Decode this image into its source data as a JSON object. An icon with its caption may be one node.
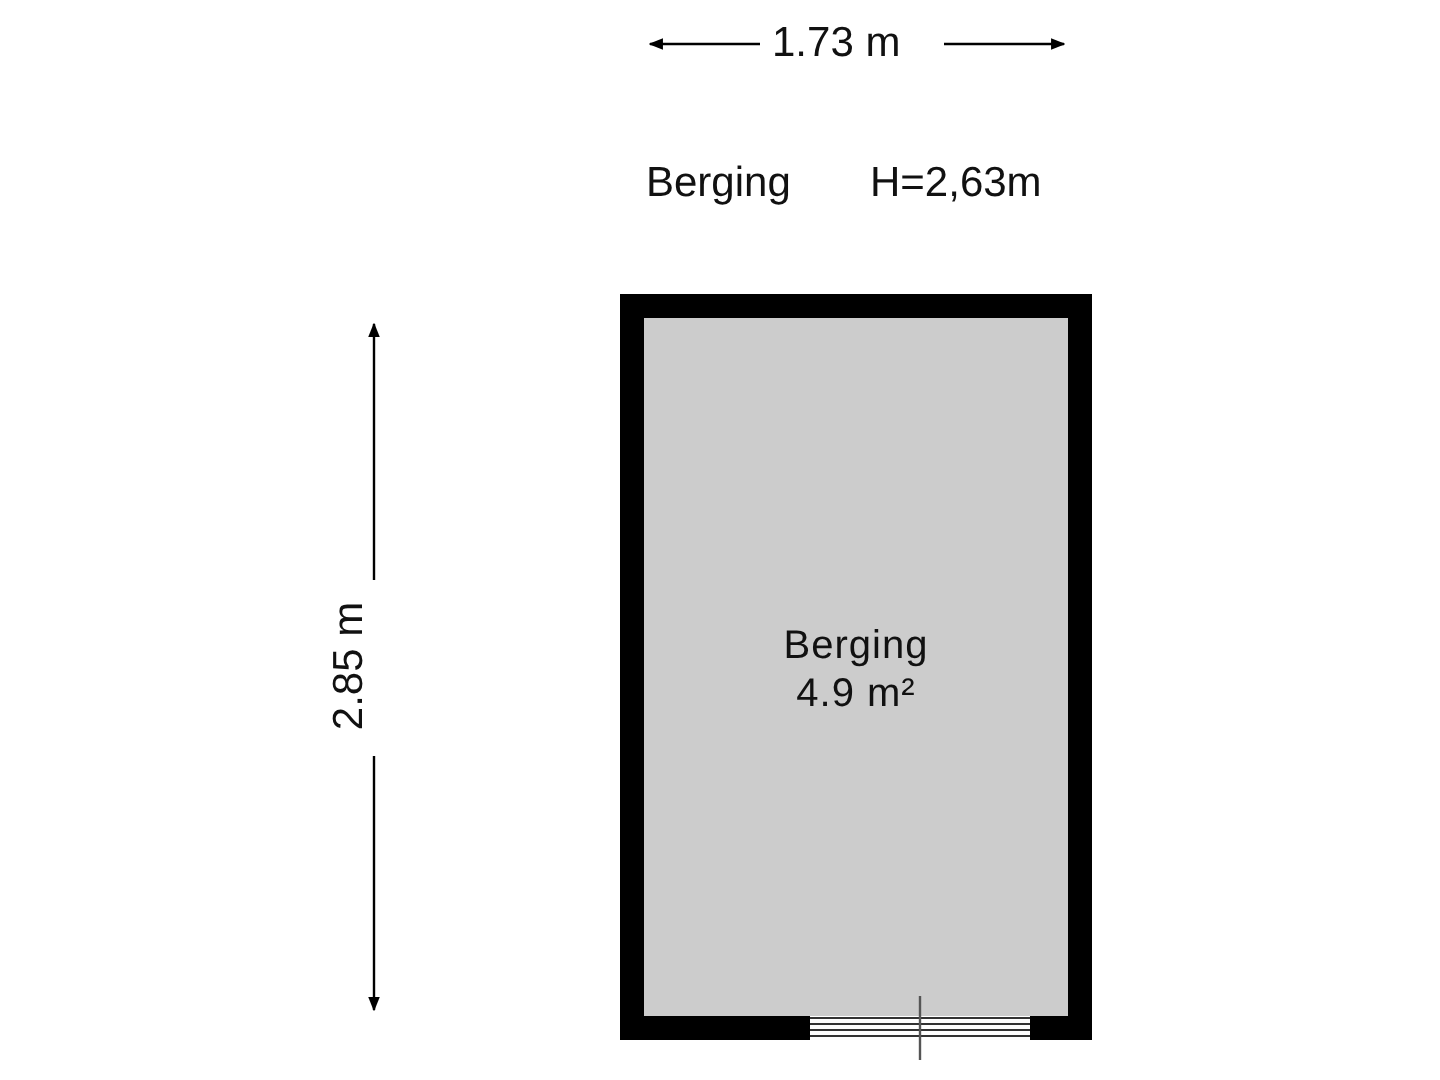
{
  "diagram": {
    "nodes": [
      {
        "text": [
          "Berging",
          "4.9 m²"
        ]
      }
    ],
    "edges": [],
    "labels": [
      "1.73 m",
      "Berging",
      "H=2,63m",
      "2.85 m"
    ]
  }
}
